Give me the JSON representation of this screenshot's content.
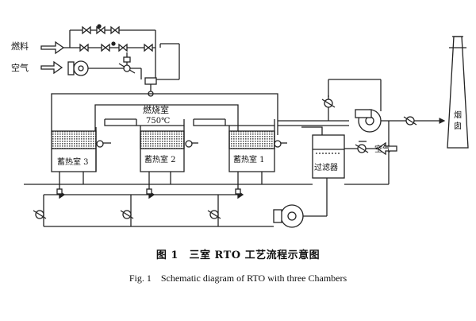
{
  "inputs": {
    "fuel": "燃料",
    "air": "空气"
  },
  "combustion": {
    "label": "燃烧室",
    "temperature": "750℃"
  },
  "chambers": [
    "蓄热室 3",
    "蓄热室 2",
    "蓄热室 1"
  ],
  "filter": {
    "label": "过滤器",
    "air": "空气"
  },
  "stack": {
    "label": "烟囱"
  },
  "caption": {
    "zh": "图 1　三室 RTO 工艺流程示意图",
    "en": "Fig. 1　Schematic diagram of RTO with three Chambers"
  }
}
